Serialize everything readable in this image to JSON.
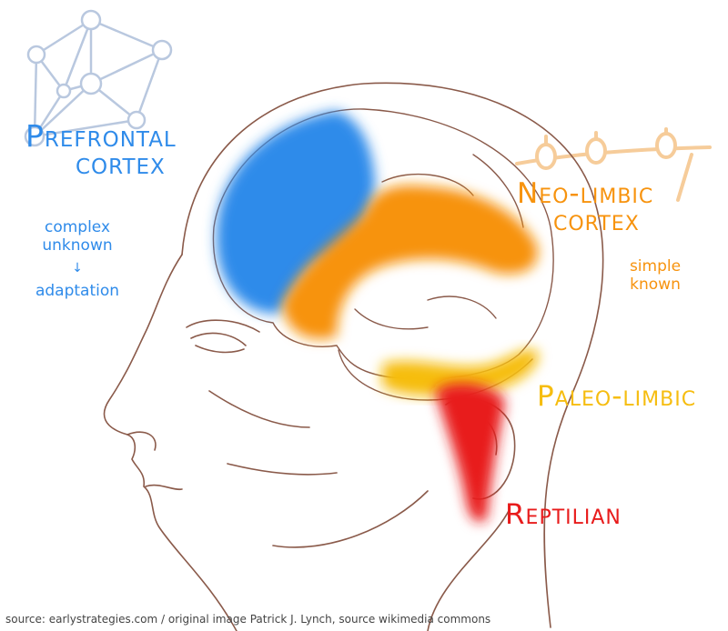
{
  "colors": {
    "prefrontal": "#2f8bea",
    "neo_limbic": "#f7930e",
    "paleo_limbic": "#f6bd10",
    "reptilian": "#e81c1c",
    "outline": "#8a5a4a",
    "network": "#b9c8df",
    "neo_network": "#f6cc9a"
  },
  "labels": {
    "prefrontal": {
      "line1": "Prefrontal",
      "line2": "cortex",
      "color": "#2f8bea"
    },
    "neo_limbic": {
      "line1": "Neo-limbic",
      "line2": "cortex",
      "color": "#f7930e"
    },
    "paleo_limbic": {
      "text": "Paleo-limbic",
      "color": "#f6bd10"
    },
    "reptilian": {
      "text": "Reptilian",
      "color": "#e81c1c"
    }
  },
  "annotations": {
    "prefrontal_note": {
      "line1": "complex",
      "line2": "unknown",
      "arrow": "↓",
      "line3": "adaptation"
    },
    "neo_note": {
      "line1": "simple",
      "line2": "known"
    }
  },
  "icons": {
    "prefrontal": "network-graph-icon",
    "neo_limbic": "chain-nodes-icon"
  },
  "credit": "source: earlystrategies.com / original image Patrick J. Lynch, source wikimedia commons"
}
